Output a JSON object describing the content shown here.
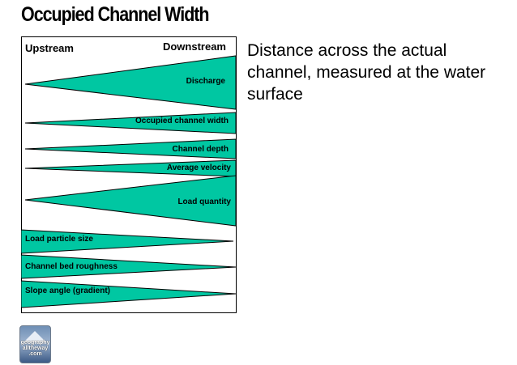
{
  "title": "Occupied Channel Width",
  "description": "Distance across the actual channel, measured at the water surface",
  "diagram": {
    "upstream_label": "Upstream",
    "downstream_label": "Downstream",
    "fill_color": "#00c7a2",
    "rows": [
      {
        "label": "Discharge",
        "direction": "increasing-downstream"
      },
      {
        "label": "Occupied channel width",
        "direction": "increasing-downstream"
      },
      {
        "label": "Channel depth",
        "direction": "increasing-downstream"
      },
      {
        "label": "Average velocity",
        "direction": "increasing-downstream"
      },
      {
        "label": "Load quantity",
        "direction": "increasing-downstream"
      },
      {
        "label": "Load particle size",
        "direction": "decreasing-downstream"
      },
      {
        "label": "Channel bed roughness",
        "direction": "decreasing-downstream"
      },
      {
        "label": "Slope angle (gradient)",
        "direction": "decreasing-downstream"
      }
    ]
  },
  "logo": {
    "text_lines": [
      "geography",
      "alltheway",
      ".com"
    ]
  }
}
